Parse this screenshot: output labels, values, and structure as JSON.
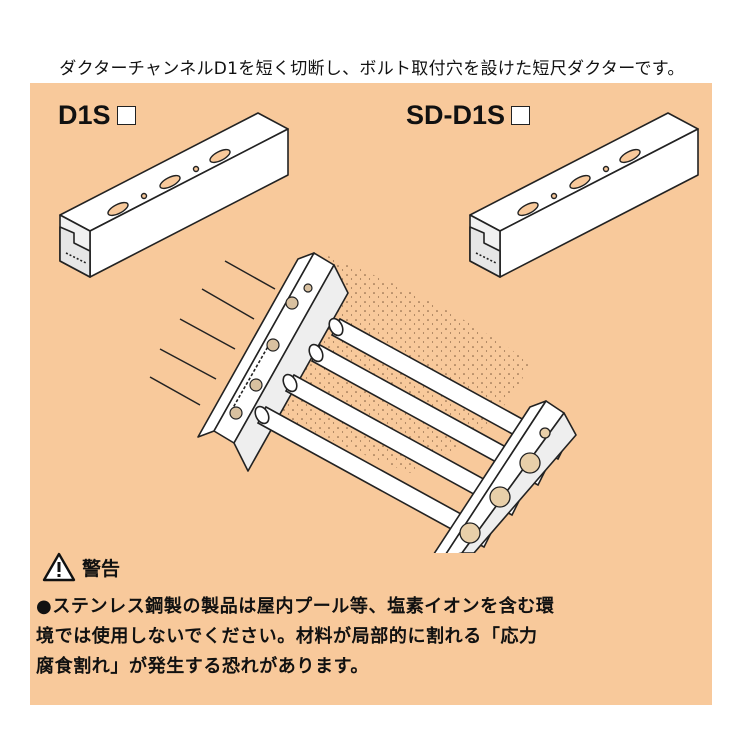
{
  "caption": "ダクターチャンネルD1を短く切断し、ボルト取付穴を設けた短尺ダクターです。",
  "products": [
    {
      "name": "D1S",
      "suffix_box": true
    },
    {
      "name": "SD-D1S",
      "suffix_box": true
    }
  ],
  "warning": {
    "icon": "warning-triangle-icon",
    "title": "警告",
    "bullet": "●",
    "lines": [
      "ステンレス鋼製の製品は屋内プール等、塩素イオンを含む環",
      "境では使用しないでください。材料が局部的に割れる「応力",
      "腐食割れ」が発生する恐れがあります。"
    ]
  },
  "colors": {
    "panel_background": "#f8c99b",
    "line_art": "#222222",
    "page_background": "#ffffff"
  }
}
